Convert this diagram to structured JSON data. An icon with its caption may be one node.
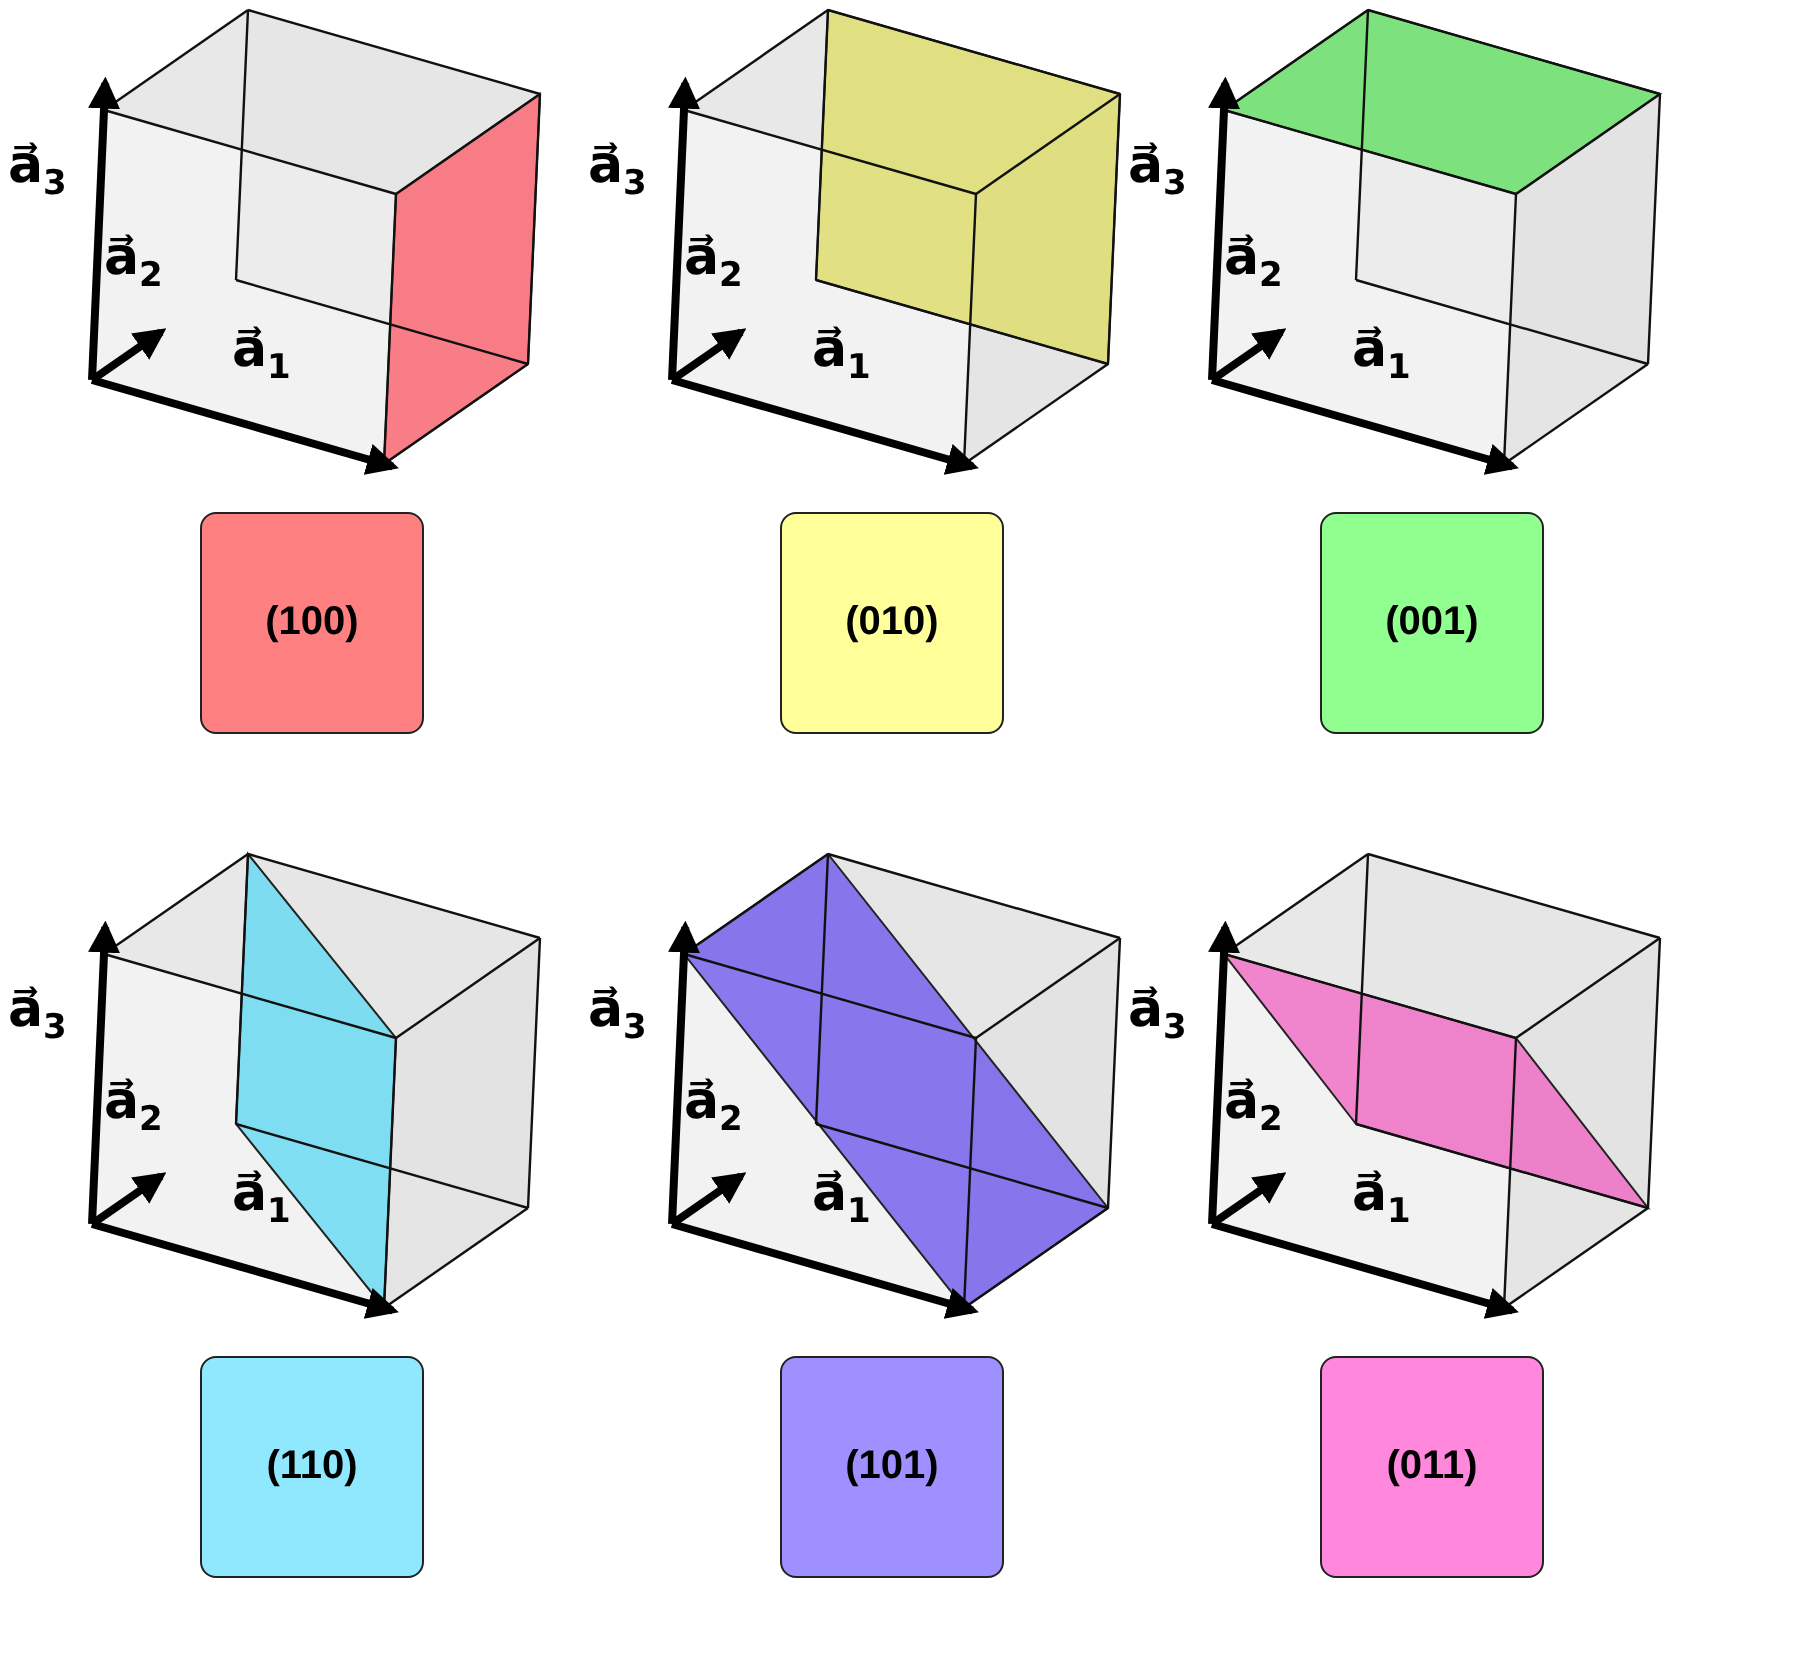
{
  "diagram": {
    "nodes": [
      {
        "text": [
          "(100)"
        ]
      },
      {
        "text": [
          "(010)"
        ]
      },
      {
        "text": [
          "(001)"
        ]
      },
      {
        "text": [
          "(110)"
        ]
      },
      {
        "text": [
          "(101)"
        ]
      },
      {
        "text": [
          "(011)"
        ]
      }
    ],
    "labels": [
      "a⃗$_{3}$",
      "a⃗$_{2}$",
      "a⃗$_{1}$",
      "a⃗$_{3}$",
      "a⃗$_{2}$",
      "a⃗$_{1}$",
      "a⃗$_{3}$",
      "a⃗$_{2}$",
      "a⃗$_{1}$",
      "a⃗$_{3}$",
      "a⃗$_{2}$",
      "a⃗$_{1}$",
      "a⃗$_{3}$",
      "a⃗$_{2}$",
      "a⃗$_{1}$",
      "a⃗$_{3}$",
      "a⃗$_{2}$",
      "a⃗$_{1}$"
    ]
  }
}
